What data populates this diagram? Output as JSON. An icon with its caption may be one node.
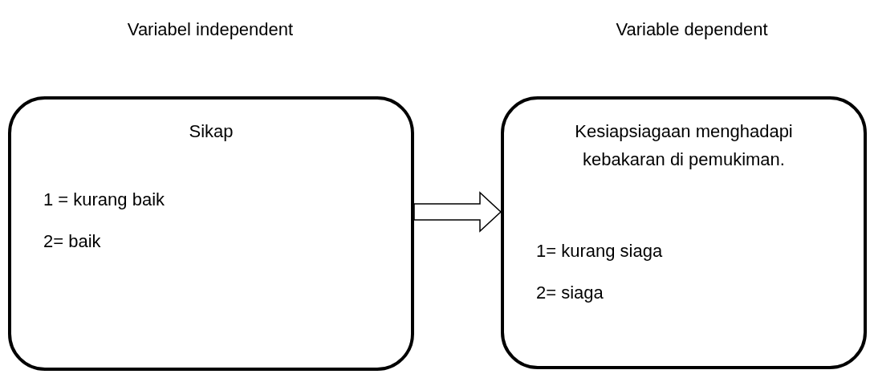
{
  "diagram": {
    "nodes": [
      {
        "text": [
          "Sikap",
          "1 = kurang baik",
          "2= baik"
        ]
      },
      {
        "text": [
          "Kesiapsiagaan menghadapi kebakaran di pemukiman.",
          "1= kurang siaga",
          "2= siaga"
        ]
      }
    ],
    "edges": [
      {
        "from": 0,
        "to": 1,
        "arrow": "to"
      }
    ],
    "labels": [
      "Variabel independent",
      "Variable dependent"
    ]
  }
}
